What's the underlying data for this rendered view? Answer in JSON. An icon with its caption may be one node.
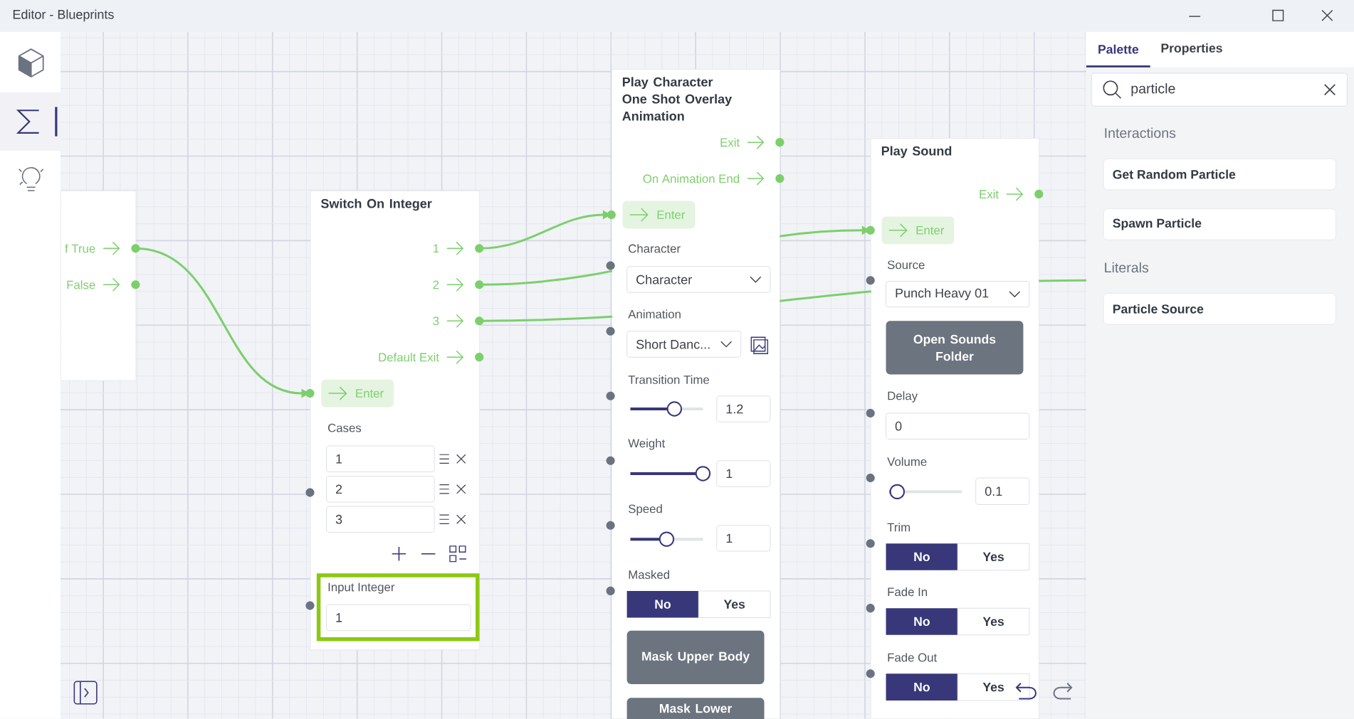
{
  "diagram": {
    "title": "Editor - Blueprints",
    "nodes": [
      {
        "text": [],
        "shape": "box"
      },
      {
        "text": [
          "f True"
        ],
        "in": 0
      },
      {
        "text": [
          "False"
        ],
        "in": 0
      },
      {
        "text": [
          "Switch On Integer"
        ]
      },
      {
        "text": [
          "1"
        ],
        "in": 3
      },
      {
        "text": [
          "2"
        ],
        "in": 3
      },
      {
        "text": [
          "3"
        ],
        "in": 3
      },
      {
        "text": [
          "Default Exit"
        ],
        "in": 3
      },
      {
        "text": [
          "Enter"
        ],
        "in": 3
      },
      {
        "text": [
          "Play Character One Shot Overlay Animation"
        ]
      },
      {
        "text": [
          "Exit"
        ],
        "in": 9
      },
      {
        "text": [
          "On Animation End"
        ],
        "in": 9
      },
      {
        "text": [
          "Enter"
        ],
        "in": 9
      },
      {
        "text": [
          "Play Sound"
        ]
      },
      {
        "text": [
          "Exit"
        ],
        "in": 13
      },
      {
        "text": [
          "Enter"
        ],
        "in": 13
      }
    ],
    "edges": [
      {
        "from": 1,
        "to": 8,
        "arrow": "to"
      },
      {
        "from": 4,
        "to": 12,
        "arrow": "to"
      },
      {
        "from": 5,
        "to": 15,
        "arrow": "to"
      },
      {
        "from": 6,
        "to": null,
        "arrow": "none"
      }
    ],
    "labels": [
      "Cases",
      "1",
      "2",
      "3",
      "Input Integer",
      "1",
      "Character",
      "Character",
      "Animation",
      "Short Danc...",
      "Transition Time",
      "1.2",
      "Weight",
      "1",
      "Speed",
      "1",
      "Masked",
      "No",
      "Yes",
      "Mask Upper Body",
      "Mask Lower",
      "Source",
      "Punch Heavy 01",
      "Open Sounds Folder",
      "Delay",
      "0",
      "Volume",
      "0.1",
      "Trim",
      "No",
      "Yes",
      "Fade In",
      "No",
      "Yes",
      "Fade Out",
      "No",
      "Yes",
      "Palette",
      "Properties",
      "particle",
      "Interactions",
      "Get Random Particle",
      "Spawn Particle",
      "Literals",
      "Particle Source"
    ]
  }
}
